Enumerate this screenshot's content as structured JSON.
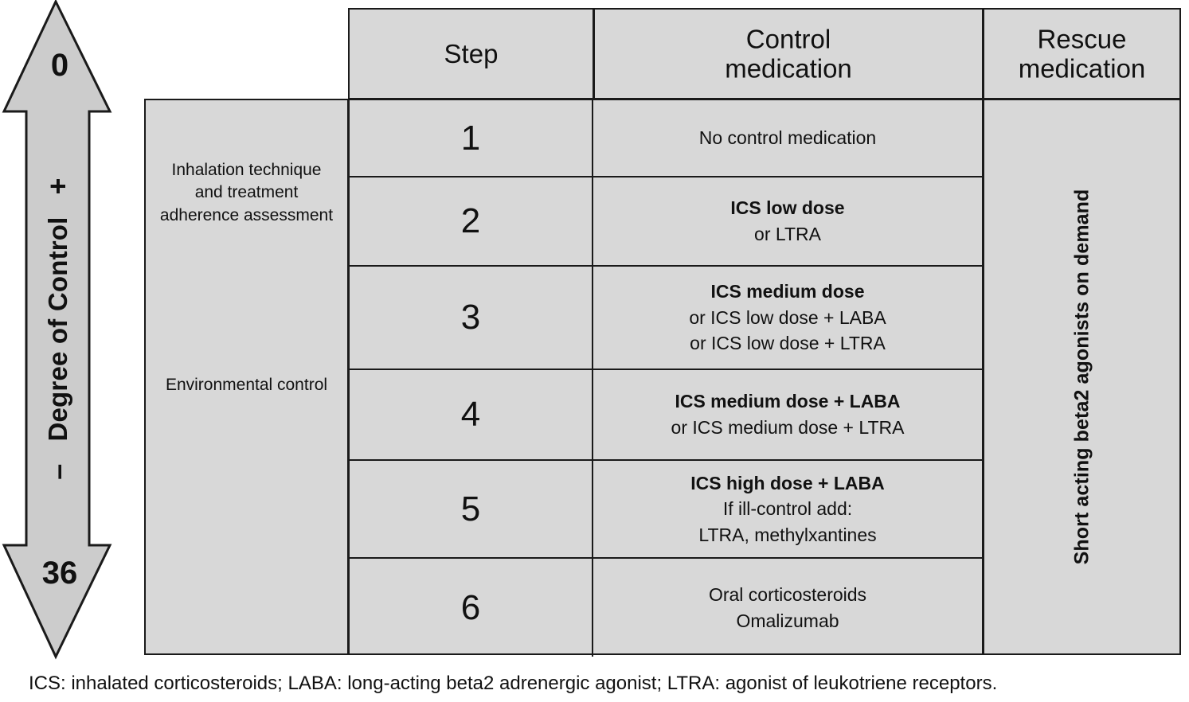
{
  "figure": {
    "title_caption": "ICS: inhalated corticosteroids; LABA: long-acting beta2 adrenergic agonist; LTRA: agonist of leukotriene receptors.",
    "colors": {
      "panel_fill": "#d8d8d8",
      "arrow_fill": "#cccccc",
      "stroke": "#1a1a1a",
      "text": "#111111",
      "background": "#ffffff"
    }
  },
  "control_axis": {
    "top_value": "0",
    "top_sign": "+",
    "axis_label": "Degree of Control",
    "bottom_sign": "–",
    "bottom_value": "36"
  },
  "headers": {
    "step": "Step",
    "control_line1": "Control",
    "control_line2": "medication",
    "rescue_line1": "Rescue",
    "rescue_line2": "medication"
  },
  "left_notes": {
    "note1": "Inhalation technique and treatment adherence assessment",
    "note2": "Environmental control"
  },
  "rescue": {
    "text": "Short acting beta2 agonists on demand"
  },
  "rows": [
    {
      "step": "1",
      "lines": [
        {
          "text": "No control medication",
          "bold": false
        }
      ]
    },
    {
      "step": "2",
      "lines": [
        {
          "text": "ICS low dose",
          "bold": true
        },
        {
          "text": "or LTRA",
          "bold": false
        }
      ]
    },
    {
      "step": "3",
      "lines": [
        {
          "text": "ICS medium dose",
          "bold": true
        },
        {
          "text": "or ICS low dose + LABA",
          "bold": false
        },
        {
          "text": "or ICS low dose + LTRA",
          "bold": false
        }
      ]
    },
    {
      "step": "4",
      "lines": [
        {
          "text": "ICS medium dose + LABA",
          "bold": true
        },
        {
          "text": "or ICS medium dose + LTRA",
          "bold": false
        }
      ]
    },
    {
      "step": "5",
      "lines": [
        {
          "text": "ICS high dose + LABA",
          "bold": true
        },
        {
          "text": "If ill-control add:",
          "bold": false
        },
        {
          "text": "LTRA, methylxantines",
          "bold": false
        }
      ]
    },
    {
      "step": "6",
      "lines": [
        {
          "text": "Oral corticosteroids",
          "bold": false
        },
        {
          "text": "Omalizumab",
          "bold": false
        }
      ]
    }
  ],
  "row_geometry": {
    "tops": [
      0,
      97,
      209,
      339,
      453,
      576
    ],
    "heights": [
      97,
      112,
      130,
      114,
      123,
      123
    ]
  }
}
